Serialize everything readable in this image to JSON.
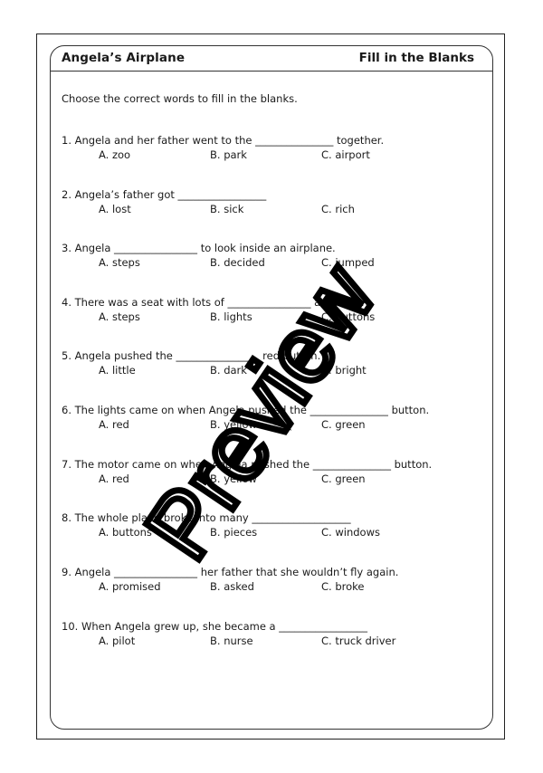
{
  "header": {
    "title": "Angela’s Airplane",
    "type": "Fill in the Blanks"
  },
  "instructions": "Choose the correct words to fill in the blanks.",
  "questions": [
    {
      "text": "1. Angela and her father went to the _______________ together.",
      "options": [
        "A. zoo",
        "B. park",
        "C. airport"
      ]
    },
    {
      "text": "2. Angela’s father got _________________",
      "options": [
        "A. lost",
        "B. sick",
        "C. rich"
      ]
    },
    {
      "text": "3. Angela ________________ to look inside an airplane.",
      "options": [
        "A. steps",
        "B. decided",
        "C. jumped"
      ]
    },
    {
      "text": "4. There was a seat with lots of ________________ around it.",
      "options": [
        "A. steps",
        "B. lights",
        "C. buttons"
      ]
    },
    {
      "text": "5. Angela pushed the ________________ red button.",
      "options": [
        "A. little",
        "B. dark",
        "C. bright"
      ]
    },
    {
      "text": "6. The lights came on when Angela pushed the _______________ button.",
      "options": [
        "A. red",
        "B. yellow",
        "C. green"
      ]
    },
    {
      "text": "7. The motor came on when Angela pushed the _______________ button.",
      "options": [
        "A. red",
        "B. yellow",
        "C. green"
      ]
    },
    {
      "text": "8. The whole plane broke into many ___________________",
      "options": [
        "A. buttons",
        "B. pieces",
        "C. windows"
      ]
    },
    {
      "text": "9. Angela ________________ her father that she wouldn’t fly again.",
      "options": [
        "A. promised",
        "B. asked",
        "C. broke"
      ]
    },
    {
      "text": "10. When Angela grew up, she became a _________________",
      "options": [
        "A. pilot",
        "B. nurse",
        "C. truck driver"
      ]
    }
  ],
  "watermark": "Preview"
}
